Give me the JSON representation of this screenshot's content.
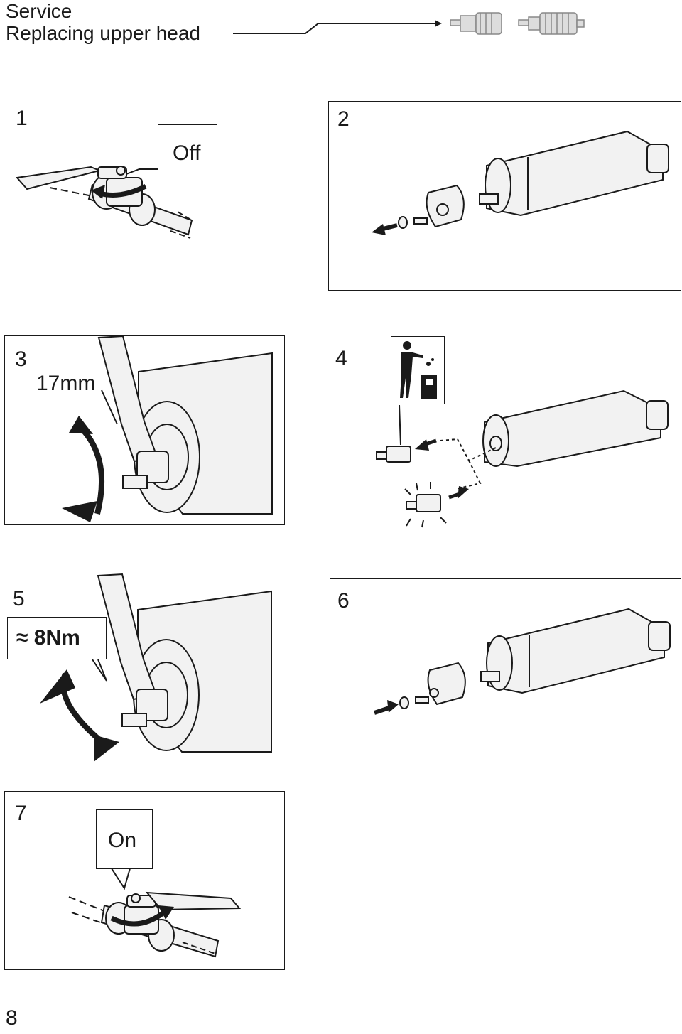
{
  "header": {
    "title_line1": "Service",
    "title_line2": "Replacing upper head"
  },
  "steps": [
    {
      "number": "1",
      "callout": "Off"
    },
    {
      "number": "2"
    },
    {
      "number": "3",
      "callout": "17mm"
    },
    {
      "number": "4"
    },
    {
      "number": "5",
      "callout": "≈ 8Nm"
    },
    {
      "number": "6"
    },
    {
      "number": "7",
      "callout": "On"
    }
  ],
  "footer": {
    "page_number": "8"
  }
}
